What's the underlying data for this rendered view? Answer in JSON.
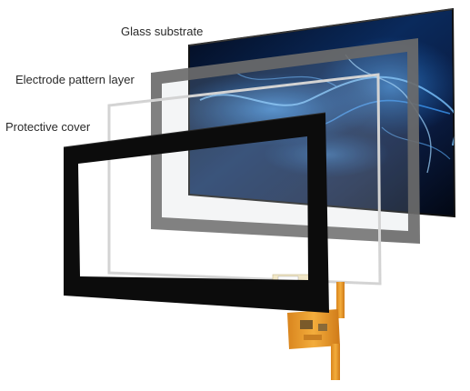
{
  "labels": {
    "glass_substrate": "Glass substrate",
    "electrode_layer": "Electrode pattern layer",
    "protective_cover": "Protective cover"
  },
  "colors": {
    "background": "#ffffff",
    "display_dark": "#06122a",
    "display_glow": "#1f78d8",
    "electrode_frame": "#6e6e6e",
    "cover_outline": "#d4d4d4",
    "front_bezel": "#0c0c0c",
    "flex_cable": "#e89a2c"
  },
  "icons": {
    "flex_cable": "flex-pcb-connector-icon"
  }
}
